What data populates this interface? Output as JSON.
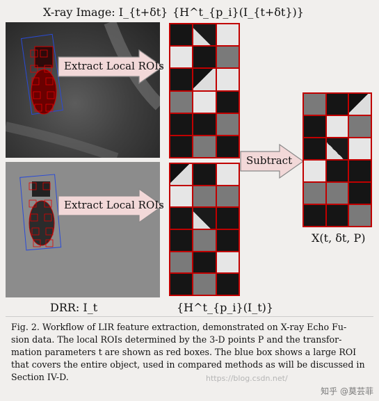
{
  "top_label": "X-ray Image: I_{t+δt}",
  "bottom_label": "DRR: I_t",
  "top_set_label": "{H^t_{p_i}(I_{t+δt})}",
  "bottom_set_label": "{H^t_{p_i}(I_t)}",
  "result_label": "X(t, δt, P)",
  "arrow_top": "Extract Local ROIs",
  "arrow_bottom": "Extract Local ROIs",
  "arrow_subtract": "Subtract",
  "caption": {
    "line1": "Fig. 2.   Workflow of LIR feature extraction, demonstrated on X-ray Echo Fu-",
    "line2": "sion data. The local ROIs determined by the 3-D points P and the transfor-",
    "line3": "mation parameters t are shown as red boxes. The blue box shows a large ROI",
    "line4": "that covers the entire object, used in compared methods as will be discussed in",
    "line5": "Section IV-D."
  },
  "watermark": "知乎 @莫芸菲",
  "watermark_url": "https://blog.csdn.net/"
}
